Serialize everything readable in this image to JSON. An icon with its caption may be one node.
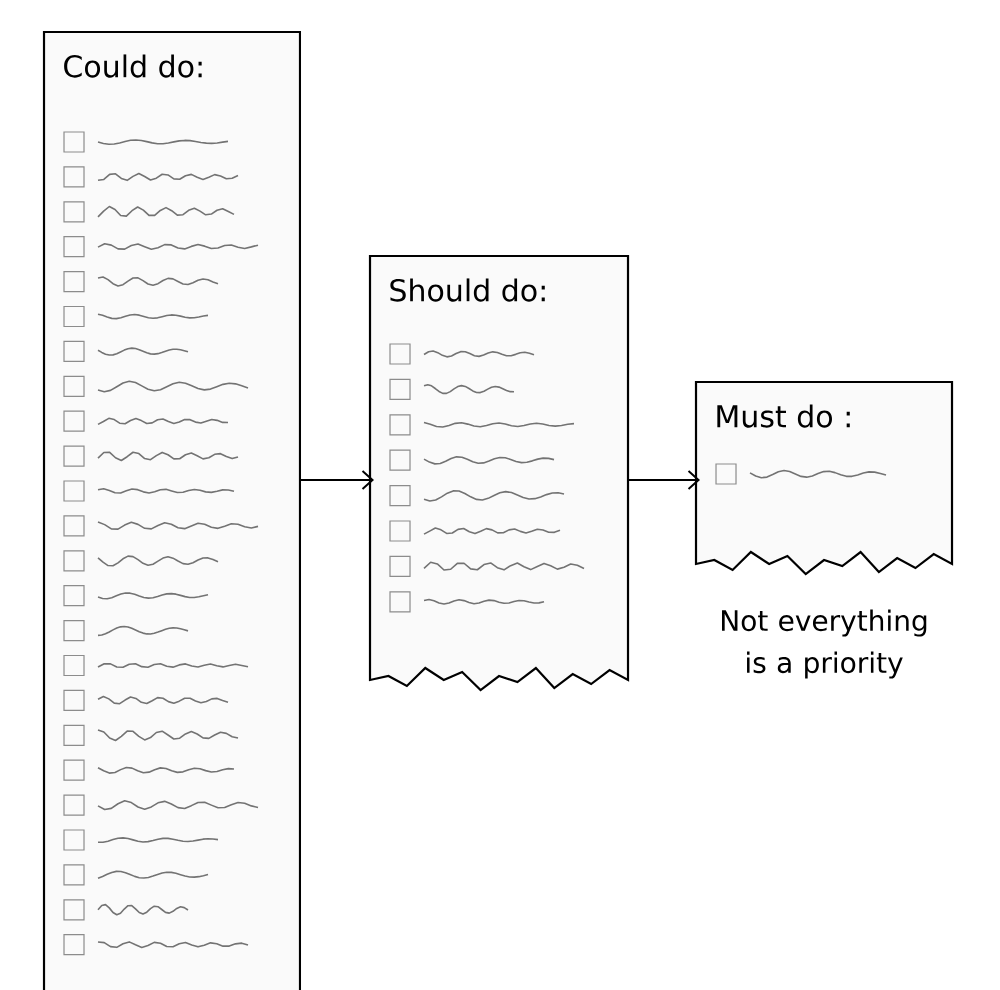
{
  "diagram": {
    "nodes": [
      {
        "text": [
          "Could do:"
        ]
      },
      {
        "text": [
          "Should do:"
        ]
      },
      {
        "text": [
          "Must do :"
        ],
        "beside": [
          "Not everything is a priority"
        ]
      }
    ],
    "edges": [
      {
        "from": 0,
        "to": 1,
        "arrow": "to"
      },
      {
        "from": 1,
        "to": 2,
        "arrow": "to"
      }
    ]
  }
}
